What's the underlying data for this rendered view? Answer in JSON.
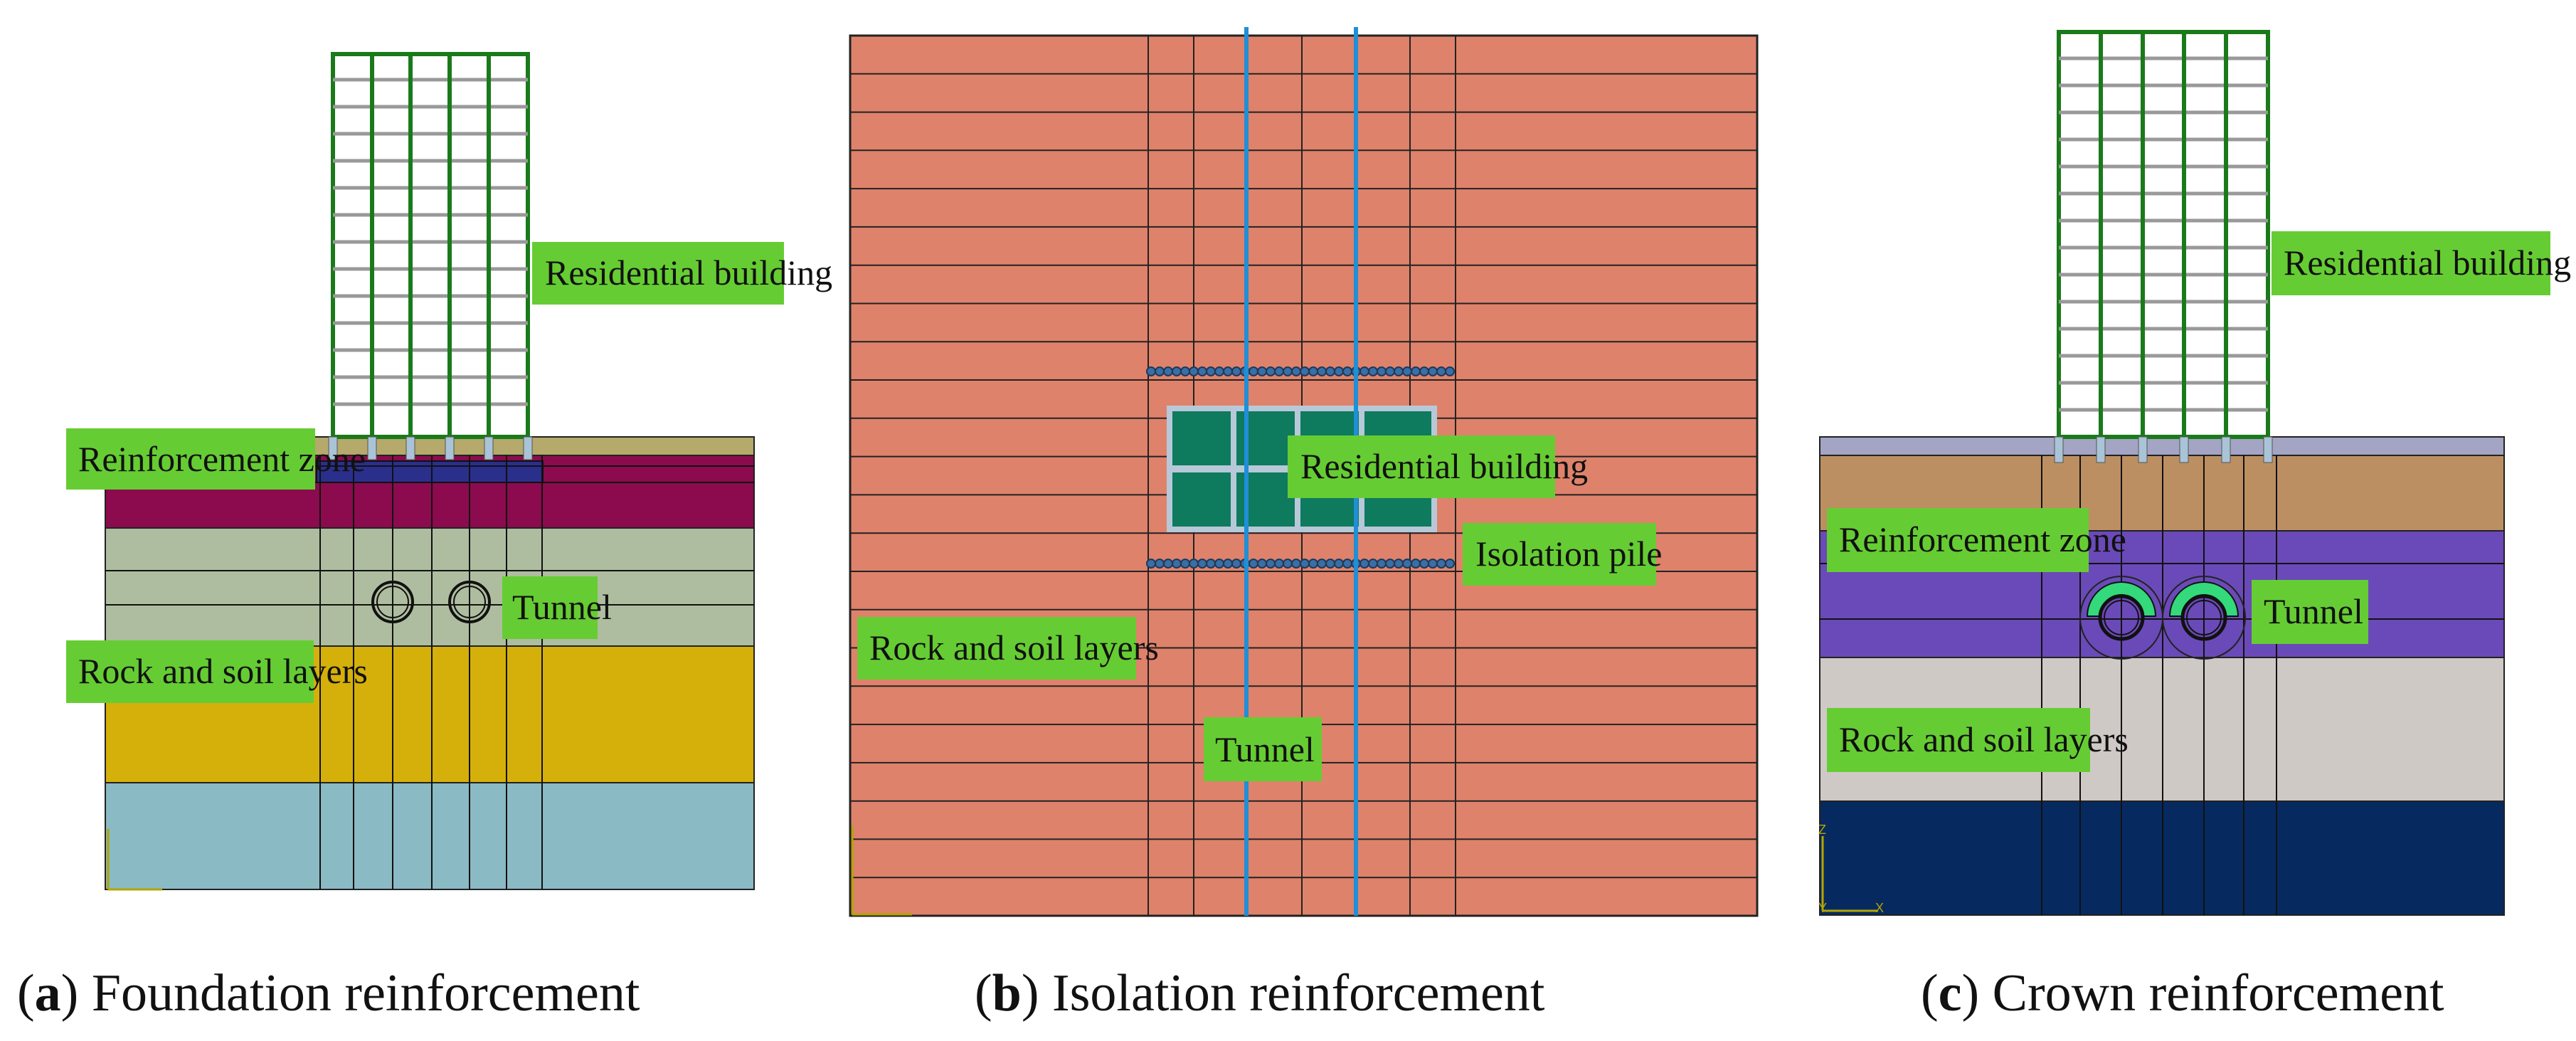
{
  "colors": {
    "label_bg": "#66cc33",
    "building_frame": "#1a7a1a",
    "building_floor": "#999999",
    "mesh_line": "#111111",
    "tunnel_line": "#1f8fd6",
    "isolation_pile": "#3a6ea5",
    "b_soil": "#df826b",
    "b_building_fill": "#0e7a5e",
    "c_crown": "#33d97a"
  },
  "panel_a": {
    "caption_letter": "a",
    "caption_text": "Foundation reinforcement",
    "labels": {
      "residential_building": "Residential building",
      "reinforcement_zone": "Reinforcement zone",
      "tunnel": "Tunnel",
      "rock_soil": "Rock and soil layers"
    },
    "layer_colors": [
      "#b5a96b",
      "#8b0b4e",
      "#aebd9f",
      "#d6b00a",
      "#8abac4"
    ],
    "reinforcement_color": "#2a2f8c",
    "axis_icon": "xyz-axis-icon"
  },
  "panel_b": {
    "caption_letter": "b",
    "caption_text": "Isolation reinforcement",
    "labels": {
      "residential_building": "Residential building",
      "isolation_pile": "Isolation pile",
      "rock_soil": "Rock and soil layers",
      "tunnel": "Tunnel"
    },
    "axis_icon": "xy-axis-icon"
  },
  "panel_c": {
    "caption_letter": "c",
    "caption_text": "Crown reinforcement",
    "labels": {
      "residential_building": "Residential building",
      "reinforcement_zone": "Reinforcement zone",
      "tunnel": "Tunnel",
      "rock_soil": "Rock and soil layers"
    },
    "layer_colors": [
      "#a4a4c4",
      "#bc8f62",
      "#6a4ab8",
      "#cfc9c6",
      "#062a60"
    ],
    "axis_icon": "xyz-axis-icon"
  }
}
